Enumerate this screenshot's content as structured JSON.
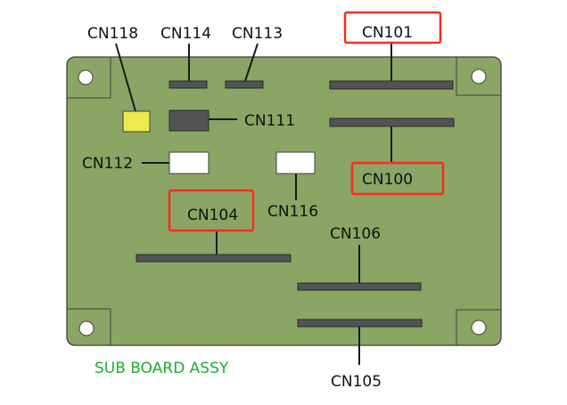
{
  "title": "SUB BOARD ASSY",
  "colors": {
    "board": "#8aa564",
    "board_border": "#404040",
    "connector_dark": "#535356",
    "connector_white": "#ffffff",
    "connector_yellow": "#eeea4e",
    "highlight": "#ff2a1f",
    "title": "#1fae2c",
    "label": "#111111"
  },
  "labels": {
    "cn118": "CN118",
    "cn114": "CN114",
    "cn113": "CN113",
    "cn101": "CN101",
    "cn111": "CN111",
    "cn112": "CN112",
    "cn116": "CN116",
    "cn100": "CN100",
    "cn104": "CN104",
    "cn106": "CN106",
    "cn105": "CN105"
  },
  "highlighted": [
    "CN101",
    "CN100",
    "CN104"
  ]
}
